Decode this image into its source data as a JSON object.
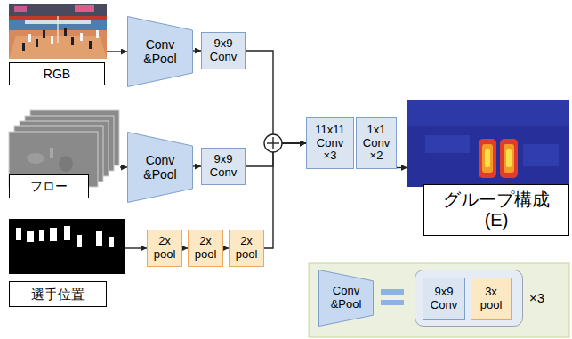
{
  "diagram": {
    "nodes": [
      {
        "text": [
          "RGB"
        ]
      },
      {
        "text": [
          "フロー"
        ]
      },
      {
        "text": [
          "選手位置"
        ]
      },
      {
        "text": [
          "Conv &Pool"
        ]
      },
      {
        "text": [
          "9x9 Conv"
        ]
      },
      {
        "text": [
          "Conv &Pool"
        ]
      },
      {
        "text": [
          "9x9 Conv"
        ]
      },
      {
        "text": [
          "2x pool"
        ]
      },
      {
        "text": [
          "2x pool"
        ]
      },
      {
        "text": [
          "2x pool"
        ]
      },
      {
        "text": [
          "11x11 Conv ×3"
        ]
      },
      {
        "text": [
          "1x1 Conv ×2"
        ]
      },
      {
        "text": [
          "グループ構成 (E)"
        ]
      },
      {
        "text": [
          "Conv &Pool"
        ]
      },
      {
        "text": [
          "×3"
        ]
      },
      {
        "text": [
          "9x9 Conv"
        ],
        "in": 14
      },
      {
        "text": [
          "3x pool"
        ],
        "in": 14
      }
    ],
    "edges": [
      {
        "from": 0,
        "to": 3,
        "arrow": "to"
      },
      {
        "from": 3,
        "to": 4,
        "arrow": "to"
      },
      {
        "from": 1,
        "to": 5,
        "arrow": "to"
      },
      {
        "from": 5,
        "to": 6,
        "arrow": "to"
      },
      {
        "from": 2,
        "to": 7,
        "arrow": "to"
      },
      {
        "from": 7,
        "to": 8,
        "arrow": "to"
      },
      {
        "from": 8,
        "to": 9,
        "arrow": "to"
      },
      {
        "from": 4,
        "to": 10,
        "arrow": "to"
      },
      {
        "from": 6,
        "to": 10,
        "arrow": "to"
      },
      {
        "from": 9,
        "to": 10,
        "arrow": "to"
      },
      {
        "from": 11,
        "to": 12,
        "arrow": "to"
      }
    ]
  }
}
